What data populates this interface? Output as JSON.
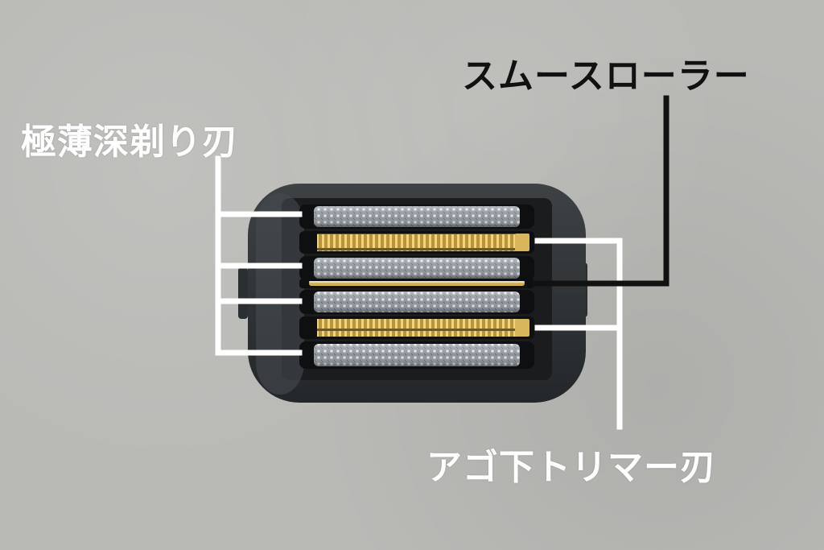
{
  "labels": {
    "smooth_roller": "スムースローラー",
    "deep_shave_blade": "極薄深剃り刃",
    "chin_trimmer_blade": "アゴ下トリマー刃"
  },
  "colors": {
    "background": "#b9b9b6",
    "callout_black": "#111111",
    "callout_white": "#ffffff",
    "foil_silver": "#9aa0a6",
    "trimmer_gold": "#c9a94a"
  },
  "icons": [
    "shaver-head-photo"
  ]
}
